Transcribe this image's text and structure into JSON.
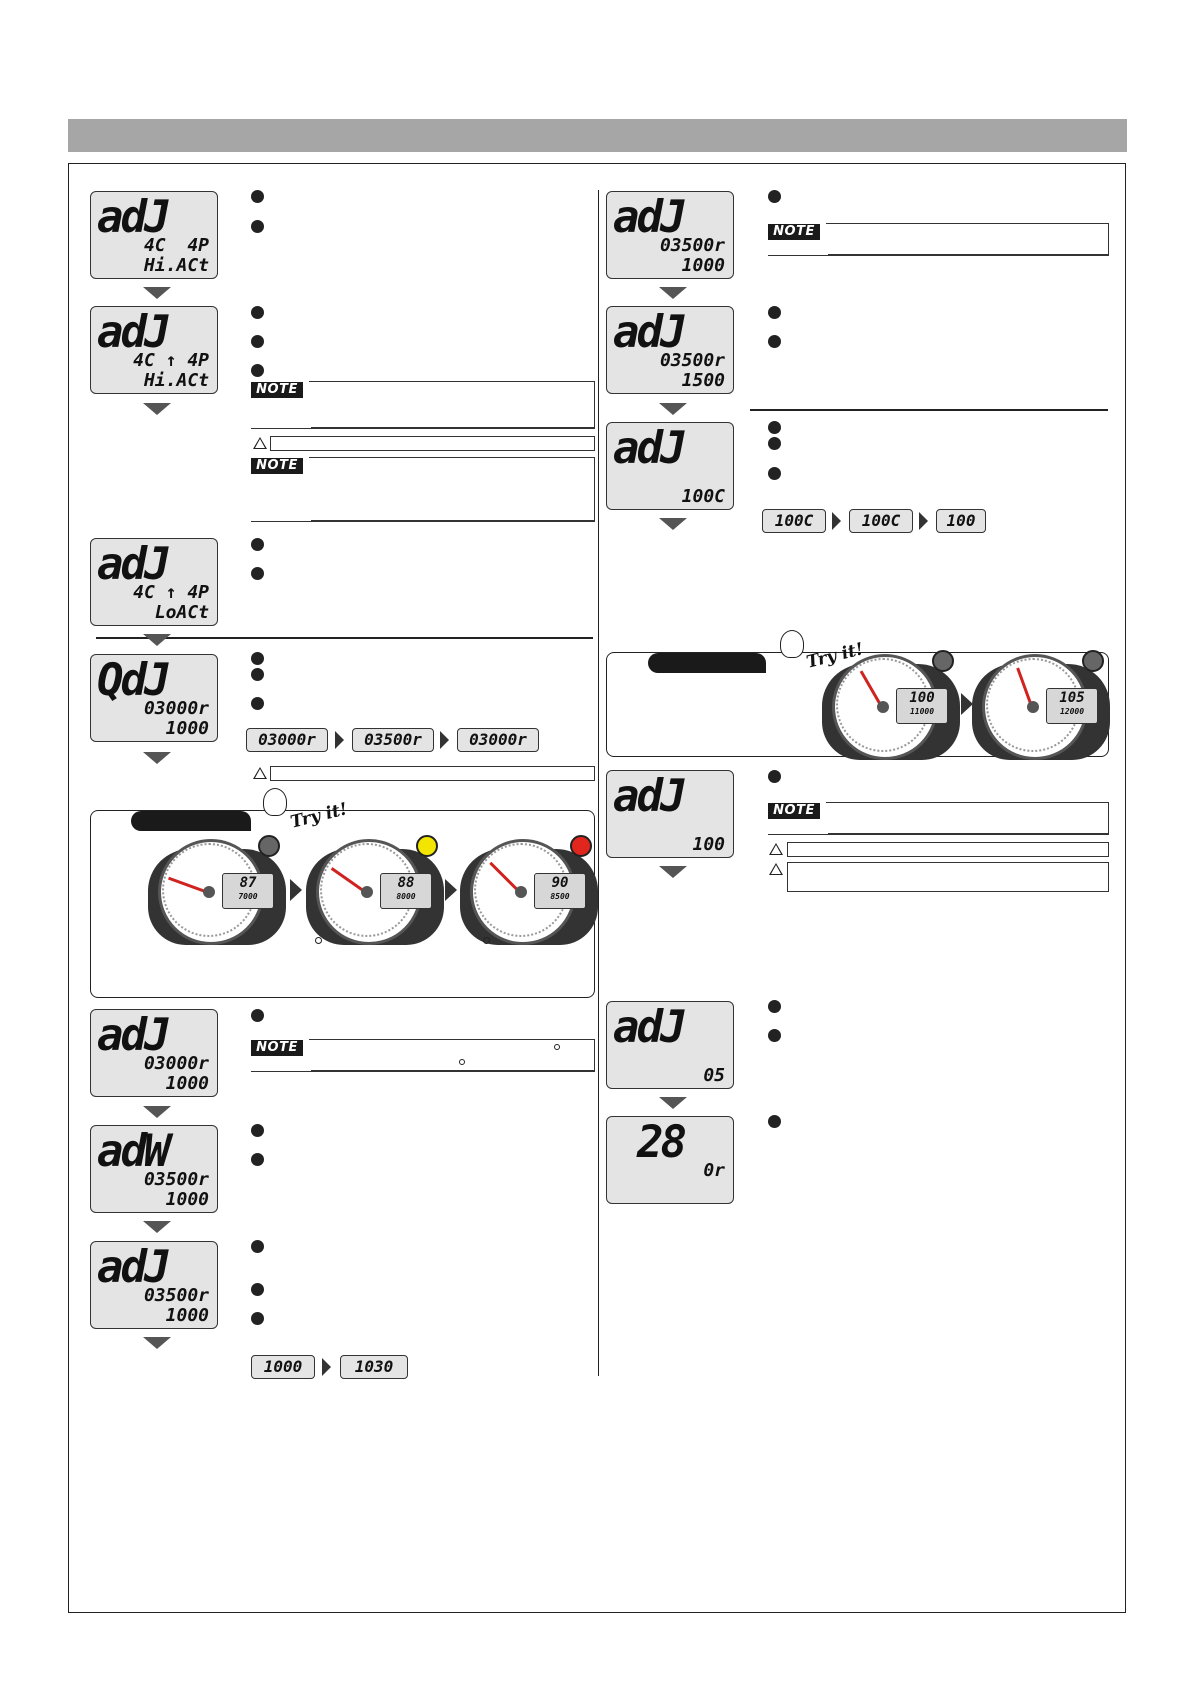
{
  "header": {
    "title": ""
  },
  "lcd": {
    "s1": {
      "big": "adJ",
      "dim": "",
      "l2": "4C  4P",
      "l3": "Hi.ACt"
    },
    "s2": {
      "big": "adJ",
      "dim": "",
      "l2": "4C ↑ 4P",
      "l3": "Hi.ACt"
    },
    "s3": {
      "big": "adJ",
      "dim": "",
      "l2": "4C ↑ 4P",
      "l3": "LoACt"
    },
    "s4": {
      "big": "QdJ",
      "dim": "",
      "l2": "03000r",
      "l3": "1000"
    },
    "s5": {
      "big": "adJ",
      "dim": "",
      "l2": "03000r",
      "l3": "1000"
    },
    "s6": {
      "big": "adW",
      "dim": "",
      "l2": "03500r",
      "l3": "1000"
    },
    "s7": {
      "big": "adJ",
      "dim": "",
      "l2": "03500r",
      "l3": "1000"
    },
    "s8": {
      "big": "adJ",
      "dim": "",
      "l2": "03500r",
      "l3": "1000"
    },
    "s9": {
      "big": "adJ",
      "dim": "",
      "l2": "03500r",
      "l3": "1500"
    },
    "s10": {
      "big": "adJ",
      "dim": "",
      "l2": "",
      "l3": "100C"
    },
    "s11": {
      "big": "adJ",
      "dim": "",
      "l2": "",
      "l3": "100"
    },
    "s12": {
      "big": "adJ",
      "dim": "",
      "l2": "",
      "l3": "05"
    },
    "s13": {
      "big": "28",
      "dim": "",
      "l2": "0r",
      "l3": ""
    }
  },
  "mini": {
    "rpm1": "03000r",
    "rpm2": "03500r",
    "rpm3": "03000r",
    "len1": "1000",
    "len2": "1030",
    "tmp1": "100C",
    "tmp2": "100C",
    "tmp3": "100"
  },
  "note_label": "NOTE",
  "try_label": "Try it!",
  "gauges": {
    "g1": {
      "value": "87",
      "sub": "7000"
    },
    "g2": {
      "value": "88",
      "sub": "8000"
    },
    "g3": {
      "value": "90",
      "sub": "8500"
    },
    "g4": {
      "value": "100",
      "sub": "11000"
    },
    "g5": {
      "value": "105",
      "sub": "12000"
    }
  },
  "colors": {
    "header_bar": "#a6a6a6",
    "lamp_yellow": "#f2e600",
    "lamp_red": "#e0261d",
    "needle": "#d0231f"
  }
}
